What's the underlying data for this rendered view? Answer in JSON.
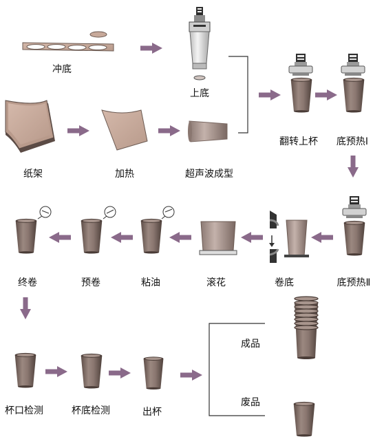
{
  "colors": {
    "cup_body": "#8a7770",
    "cup_dark": "#5e4e48",
    "cup_light": "#b9a7a0",
    "paper": "#c7a99a",
    "paper_edge": "#6b5a52",
    "arrow": "#8a6a8a",
    "line": "#333333",
    "tool_light": "#e6e6e6",
    "tool_dark": "#3a3a3a"
  },
  "steps": {
    "punch_bottom": "冲底",
    "attach_bottom": "上底",
    "paper_rack": "纸架",
    "heating": "加热",
    "ultrasonic_forming": "超声波成型",
    "flip_cup": "翻转上杯",
    "bottom_preheat_1": "底预热Ⅰ",
    "bottom_preheat_2": "底预热Ⅱ",
    "bottom_curl": "卷底",
    "knurling": "滚花",
    "oiling": "粘油",
    "pre_curl": "预卷",
    "final_curl": "终卷",
    "rim_inspection": "杯口检测",
    "bottom_inspection": "杯底检测",
    "cup_output": "出杯",
    "finished_product": "成品",
    "waste_product": "废品"
  },
  "icons": [
    "arrow-right-icon",
    "arrow-left-icon",
    "arrow-down-icon",
    "cup-icon",
    "tool-head-icon",
    "paper-sheet-icon",
    "paper-roll-icon"
  ]
}
